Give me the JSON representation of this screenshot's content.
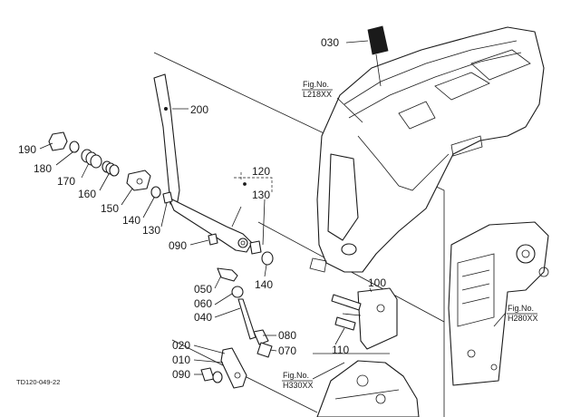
{
  "callouts": {
    "p030": "030",
    "p200": "200",
    "p190": "190",
    "p180": "180",
    "p170": "170",
    "p160": "160",
    "p150": "150",
    "p140a": "140",
    "p130a": "130",
    "p120": "120",
    "p130b": "130",
    "p090a": "090",
    "p140b": "140",
    "p050": "050",
    "p060": "060",
    "p040": "040",
    "p100": "100",
    "p080": "080",
    "p070": "070",
    "p110": "110",
    "p020": "020",
    "p010": "010",
    "p090b": "090"
  },
  "figure_refs": {
    "l218": {
      "label": "Fig.No.",
      "code": "L218XX"
    },
    "h280": {
      "label": "Fig.No.",
      "code": "H280XX"
    },
    "h330": {
      "label": "Fig.No.",
      "code": "H330XX"
    }
  },
  "drawing_code": "TD120-049-22",
  "colors": {
    "ink": "#1a1a1a",
    "background": "#ffffff"
  }
}
